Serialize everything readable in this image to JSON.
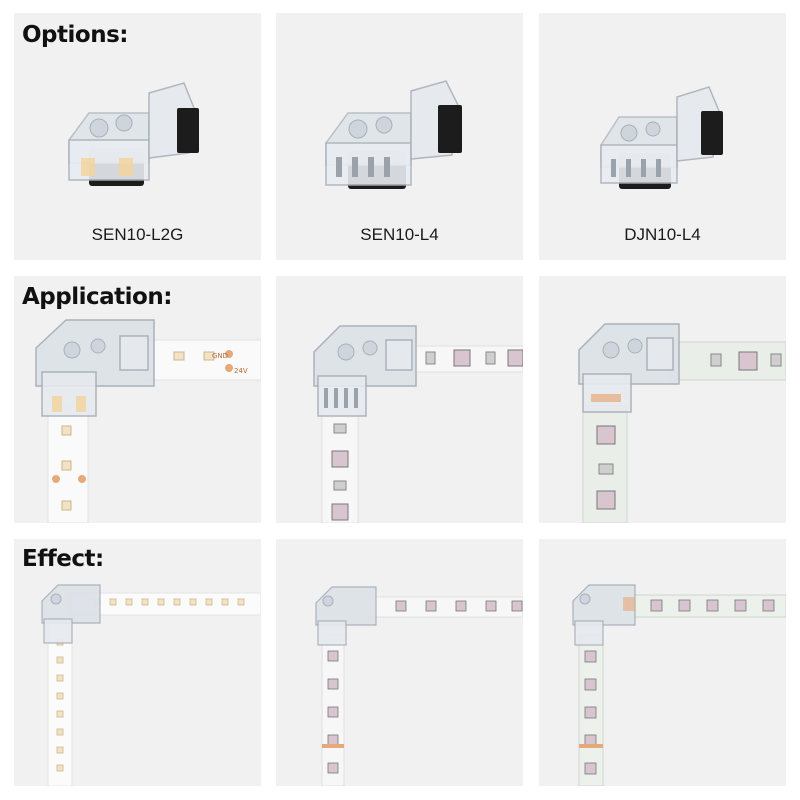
{
  "sections": {
    "options": {
      "title": "Options:"
    },
    "application": {
      "title": "Application:"
    },
    "effect": {
      "title": "Effect:"
    }
  },
  "options": {
    "items": [
      {
        "label": "SEN10-L2G"
      },
      {
        "label": "SEN10-L4"
      },
      {
        "label": "DJN10-L4"
      }
    ]
  },
  "strip_marks": {
    "gnd": "GND",
    "v24": "24V"
  },
  "colors": {
    "panel_bg": "#f1f1f1",
    "strip_white": "#fafafa",
    "warm_led": "#f3e3c4",
    "copper_pad": "#e6a97a",
    "rgb_led": "#d8c5cf"
  }
}
